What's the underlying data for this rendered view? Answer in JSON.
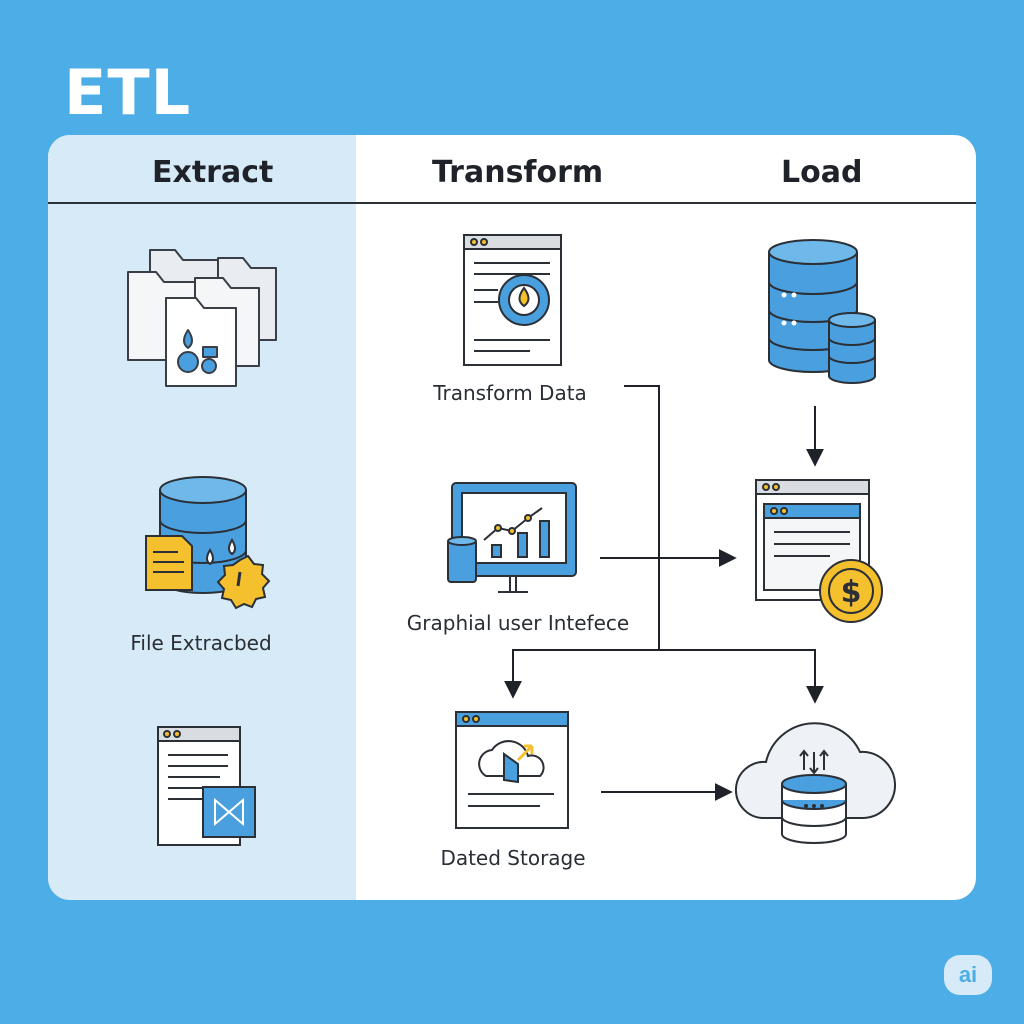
{
  "title": "ETL",
  "columns": {
    "extract": "Extract",
    "transform": "Transform",
    "load": "Load"
  },
  "labels": {
    "file_extracted": "File Extracbed",
    "transform_data": "Transform Data",
    "gui": "Graphial user Intefece",
    "dated_storage": "Dated Storage"
  },
  "badge": "ai",
  "icons": {
    "extract": [
      "folders-stack-icon",
      "database-document-icon",
      "document-window-icon"
    ],
    "transform": [
      "transform-document-icon",
      "monitor-chart-icon",
      "cloud-window-icon"
    ],
    "load": [
      "database-servers-icon",
      "window-dollar-icon",
      "cloud-database-icon"
    ]
  },
  "colors": {
    "background": "#4DADE6",
    "accent_blue": "#4A9FDF",
    "accent_yellow": "#F5C02E",
    "extract_panel": "#D6EAF8"
  }
}
